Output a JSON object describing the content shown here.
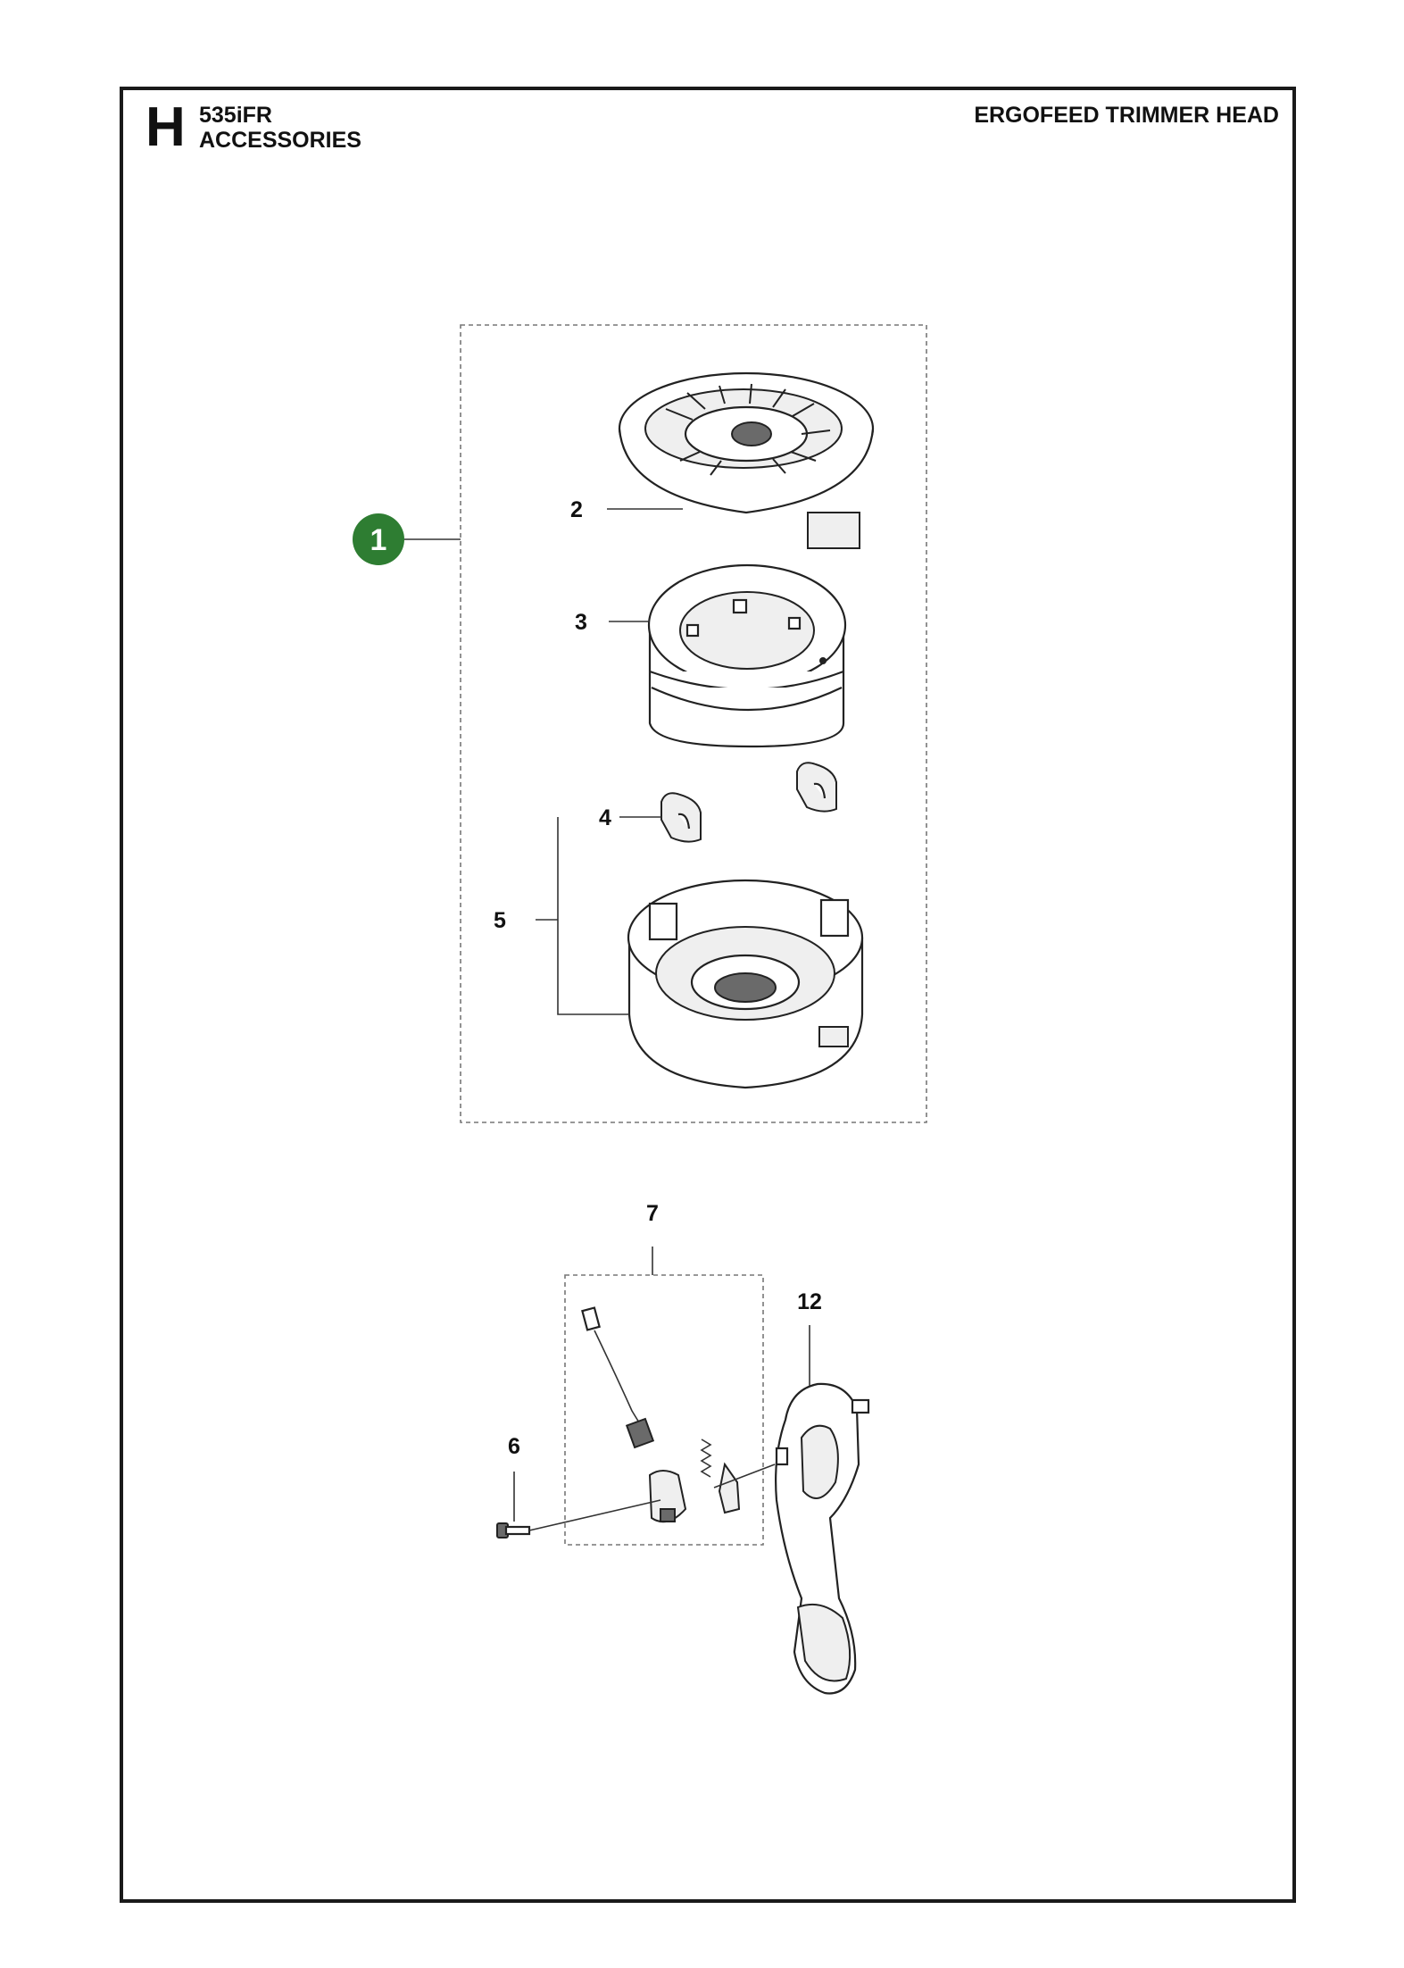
{
  "header": {
    "section_letter": "H",
    "model": "535iFR",
    "category": "ACCESSORIES",
    "title": "ERGOFEED TRIMMER HEAD"
  },
  "kit_badge": {
    "label": "1",
    "color": "#2e7d32"
  },
  "callouts": {
    "c2": "2",
    "c3": "3",
    "c4": "4",
    "c5": "5",
    "c6": "6",
    "c7": "7",
    "c12": "12"
  },
  "parts": [
    {
      "ref": "2",
      "icon": "trimmer-head-cover-icon"
    },
    {
      "ref": "3",
      "icon": "line-spool-icon"
    },
    {
      "ref": "4",
      "icon": "eyelet-icon"
    },
    {
      "ref": "5",
      "icon": "trimmer-head-housing-icon"
    },
    {
      "ref": "6",
      "icon": "screw-icon"
    },
    {
      "ref": "7",
      "icon": "sensor-kit-icon"
    },
    {
      "ref": "12",
      "icon": "gear-housing-icon"
    }
  ]
}
